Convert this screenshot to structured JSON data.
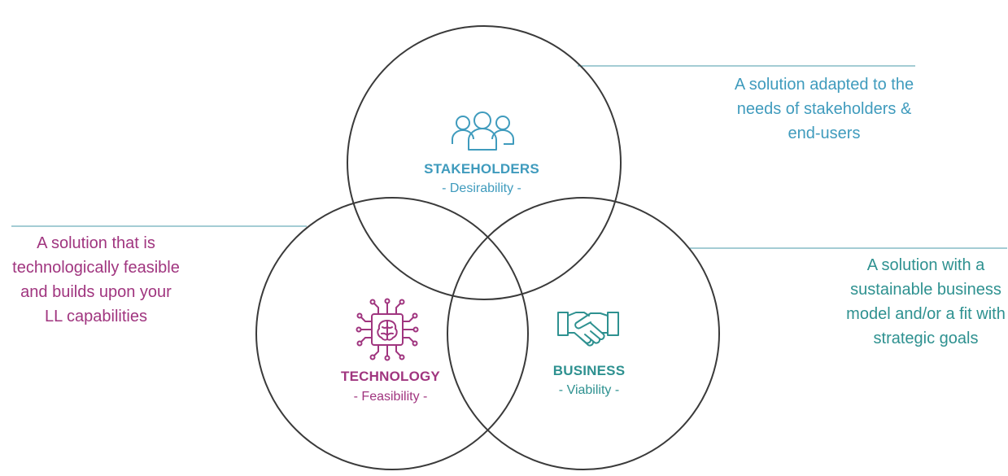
{
  "colors": {
    "stakeholders": "#3f9bbd",
    "technology": "#a0357f",
    "business": "#2e9190",
    "circle_stroke": "#3a3a3a",
    "rule": "#4a9aa8"
  },
  "stakeholders": {
    "icon": "people-group-icon",
    "title": "STAKEHOLDERS",
    "subtitle": "- Desirability -",
    "description": "A solution adapted to the needs of stakeholders & end-users"
  },
  "technology": {
    "icon": "brain-chip-icon",
    "title": "TECHNOLOGY",
    "subtitle": "- Feasibility -",
    "description": "A solution that is technologically feasible and builds upon your LL capabilities"
  },
  "business": {
    "icon": "handshake-icon",
    "title": "BUSINESS",
    "subtitle": "- Viability -",
    "description": "A solution with a sustainable business model and/or a fit with strategic goals"
  }
}
